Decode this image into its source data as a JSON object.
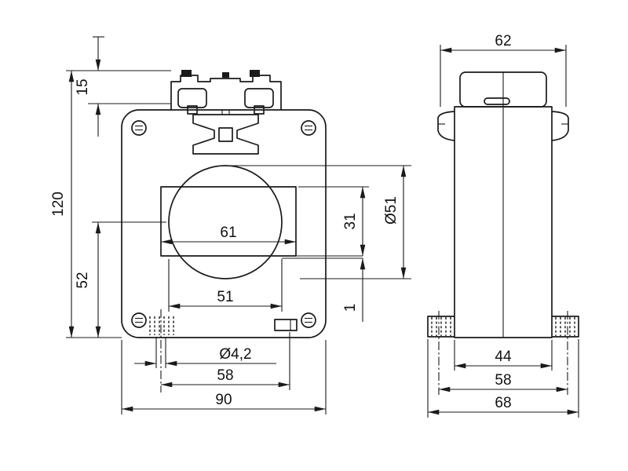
{
  "drawing": {
    "front": {
      "dims": {
        "clip_height": "15",
        "overall_height": "120",
        "center_height": "52",
        "window_width": "61",
        "slot_width": "51",
        "window_height": "31",
        "aperture_diameter": "Ø51",
        "plate_thickness": "1",
        "hole_diameter": "Ø4,2",
        "hole_pitch": "58",
        "overall_width": "90"
      }
    },
    "side": {
      "dims": {
        "top_width": "62",
        "body_depth": "44",
        "foot_pitch": "58",
        "foot_width": "68"
      }
    }
  }
}
